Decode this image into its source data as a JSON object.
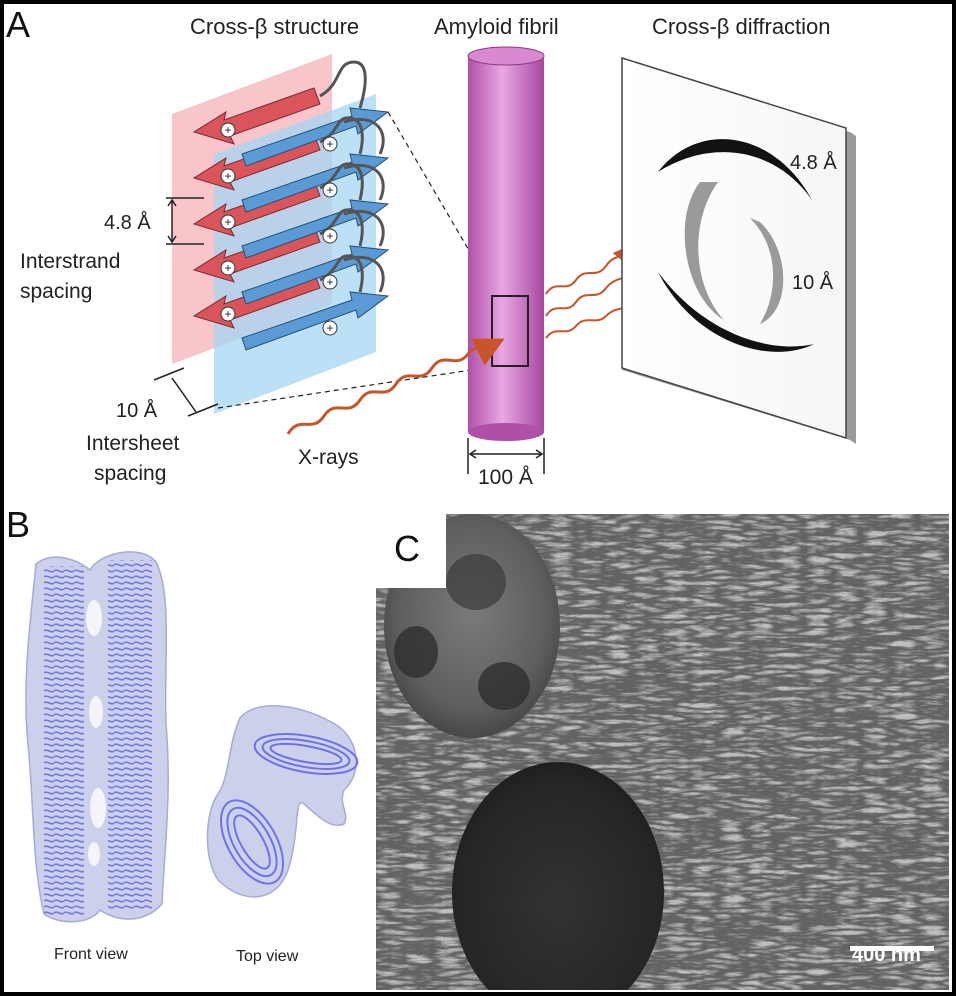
{
  "panels": {
    "a": {
      "letter": "A",
      "titles": {
        "cross_beta_structure": "Cross-β structure",
        "amyloid_fibril": "Amyloid fibril",
        "cross_beta_diffraction": "Cross-β diffraction"
      },
      "interstrand_value": "4.8 Å",
      "interstrand_label_line1": "Interstrand",
      "interstrand_label_line2": "spacing",
      "intersheet_value": "10 Å",
      "intersheet_label_line1": "Intersheet",
      "intersheet_label_line2": "spacing",
      "xrays_label": "X-rays",
      "fibril_width": "100 Å",
      "diffraction_outer": "4.8 Å",
      "diffraction_inner": "10 Å",
      "colors": {
        "red_strand": "#d9555a",
        "blue_strand": "#5b9bd5",
        "fibril": "#c46bbf",
        "xray": "#c8552a"
      }
    },
    "b": {
      "letter": "B",
      "front_view": "Front view",
      "top_view": "Top view"
    },
    "c": {
      "letter": "C",
      "scale_bar": "400 nm"
    }
  }
}
